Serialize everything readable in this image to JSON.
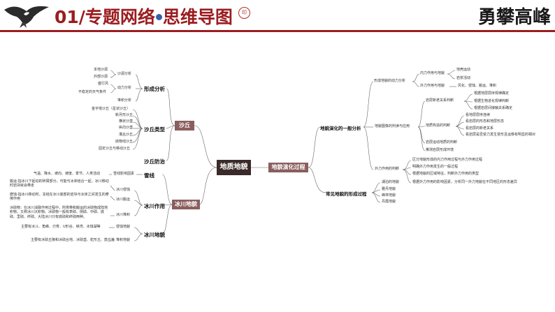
{
  "header": {
    "title": "01/专题网络",
    "title2": "思维导图",
    "motto": "勇攀高峰"
  },
  "center": "地质地貌",
  "left": {
    "shaqiu": {
      "label": "沙丘",
      "xingcheng": {
        "label": "形成分析",
        "shayuan": {
          "label": "沙源分析",
          "items": [
            "本地沙源",
            "外部沙源"
          ]
        },
        "dongli": {
          "label": "动力分析",
          "items": [
            "盛行风",
            "不稳定的天气条件"
          ]
        },
        "duiji": "堆积分析"
      },
      "leixing": {
        "label": "沙丘类型",
        "items": [
          "金字塔沙丘（星状沙丘）",
          "新月形沙丘",
          "横状沙垄",
          "纵向沙垄",
          "灌丛沙丘",
          "抛物线沙丘",
          "固定沙丘与移动沙丘"
        ]
      },
      "fangzhi": "沙丘防治"
    },
    "bingchuan": {
      "label": "冰川地貌",
      "xuexian": {
        "label": "雪线",
        "note": "气温、降水、坡向、坡度、季节、人类活动",
        "sub": "雪线影响因素"
      },
      "zuoyong": {
        "label": "冰川作用",
        "qinshi": {
          "label": "冰川侵蚀",
          "note": "搬运:指冰川下起动的碎屑部分，可能与冰床结合一起，冰川移动时岩块就会带走"
        },
        "banyun": {
          "label": "冰川搬运",
          "note": "磨蚀:指冰川移动时，冻结在冰川底部的岩块与冰床之间发生的摩擦作用"
        },
        "duiji": {
          "label": "冰川堆积",
          "note": "冰碛物：在冰川消融作用过程中，所携带和搬运的冰碛物成陆地积物，又称冰川沉积物。冰碛物一般有表碛、侧碛、中碛、底碛、里碛、终碛、大陆冰川只有底碛和终碛两种。"
        }
      },
      "dimao": {
        "label": "冰川地貌",
        "qinshi": {
          "label": "侵蚀地貌",
          "note": "主要有冰斗、角峰、刃脊、U形谷、峡湾、冰蚀湖等"
        },
        "duiji": {
          "label": "堆积地貌",
          "note": "主要有冰碛丘陵和冰碛台地、冰碛垄、蛇形丘、鼓丘等"
        }
      }
    }
  },
  "right": {
    "yanhua": {
      "label": "地貌演化过程",
      "fenxi": {
        "label": "地貌演化的一般分析",
        "dongli": {
          "label": "形成地貌的动力分析",
          "neiwai": {
            "label": "内力作用与地貌",
            "items": [
              "地壳运动",
              "岩浆活动"
            ]
          },
          "waili": {
            "label": "外力作用与地貌",
            "note": "风化、侵蚀、搬运、堆积"
          }
        },
        "tujian": {
          "label": "地貌图像的判读与应用",
          "xinlao": {
            "label": "岩层新老关系判断",
            "items": [
              "根据地层层序规律确定",
              "根据生物进化规律判断",
              "根据岩层间接触关系确定"
            ]
          },
          "goutong": {
            "label": "地质构造的判断",
            "items": [
              "看地层层序连续",
              "看岩层的形态和地层形态",
              "看岩层的新老关系",
              "看岩层是否受力发生变形且运移有明显的相对"
            ]
          },
          "yunxing": "岩层运动地质的判断",
          "bianxing": "推测岩层形成环境"
        },
        "waipan": {
          "label": "外力作用的判断",
          "items": [
            "区分地貌形成的内力作用过程与外力作用过程",
            "明确外力作用发生的一般过程",
            "根据地貌的区域特征，判断外力作用的类型",
            "根据外力作用的影响因素，分析同一外力地貌在不同地区的形态差异"
          ]
        }
      },
      "changjian": {
        "label": "常见地貌的形成过程",
        "items": [
          "湖泊的地貌",
          "雅丹地貌",
          "峰林地貌",
          "丹霞地貌"
        ]
      }
    }
  }
}
